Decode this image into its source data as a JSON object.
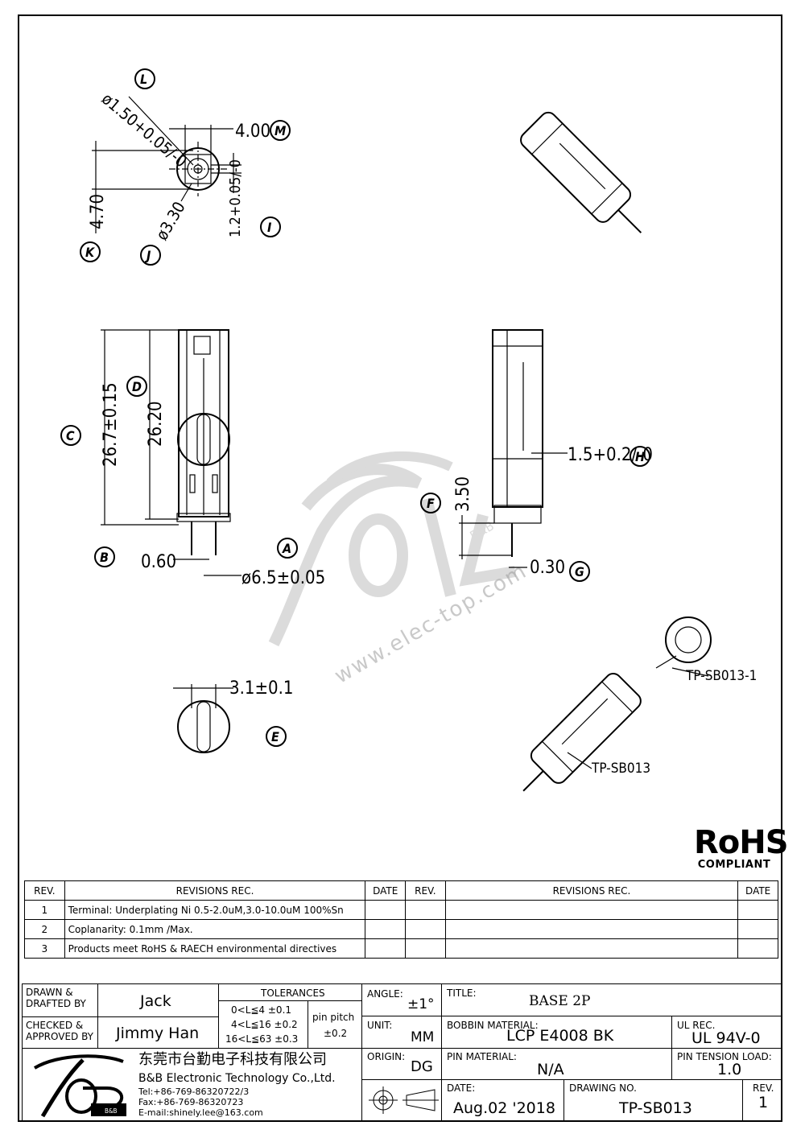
{
  "callouts": {
    "L": "L",
    "M": "M",
    "K": "K",
    "J": "J",
    "I": "I",
    "D": "D",
    "C": "C",
    "B": "B",
    "A": "A",
    "F": "F",
    "H": "H",
    "G": "G",
    "E": "E"
  },
  "dimensions": {
    "l": "ø1.50+0.05/-0",
    "m": "4.00",
    "k": "4.70",
    "j": "ø3.30",
    "i": "1.2+0.05/-0",
    "d": "26.20",
    "c": "26.7±0.15",
    "b": "0.60",
    "a": "ø6.5±0.05",
    "f": "3.50",
    "h": "1.5+0.2/-0",
    "g": "0.30",
    "e": "3.1±0.1"
  },
  "part_labels": {
    "cap": "TP-SB013-1",
    "base": "TP-SB013"
  },
  "watermark": {
    "brand": "B&B",
    "url": "www.elec-top.com"
  },
  "rohs": {
    "title": "RoHS",
    "subtitle": "COMPLIANT"
  },
  "revisions": {
    "headers": {
      "rev": "REV.",
      "rec": "REVISIONS   REC.",
      "date": "DATE"
    },
    "rows": [
      {
        "rev": "1",
        "text": "Terminal: Underplating Ni 0.5-2.0uM,3.0-10.0uM 100%Sn",
        "date": ""
      },
      {
        "rev": "2",
        "text": "Coplanarity: 0.1mm  /Max.",
        "date": ""
      },
      {
        "rev": "3",
        "text": "Products meet RoHS & RAECH environmental directives",
        "date": ""
      }
    ]
  },
  "title_block": {
    "drawn_label": "DRAWN &\nDRAFTED BY",
    "drawn_value": "Jack",
    "checked_label": "CHECKED &\nAPPROVED BY",
    "checked_value": "Jimmy Han",
    "tolerances_label": "TOLERANCES",
    "tol_rows": [
      "0<L≦4    ±0.1",
      "4<L≦16  ±0.2",
      "16<L≦63  ±0.3"
    ],
    "pin_pitch_label": "pin pitch",
    "pin_pitch_value": "±0.2",
    "angle_label": "ANGLE:",
    "angle_value": "±1°",
    "unit_label": "UNIT:",
    "unit_value": "MM",
    "origin_label": "ORIGIN:",
    "origin_value": "DG",
    "title_label": "TITLE:",
    "title_value": "BASE   2P",
    "bobbin_label": "BOBBIN MATERIAL:",
    "bobbin_value": "LCP  E4008  BK",
    "ul_label": "UL REC.",
    "ul_value": "UL 94V-0",
    "pin_material_label": "PIN MATERIAL:",
    "pin_material_value": "N/A",
    "pin_tension_label": "PIN TENSION LOAD:",
    "pin_tension_value": "1.0",
    "date_label": "DATE:",
    "date_value": "Aug.02  '2018",
    "drawing_no_label": "DRAWING NO.",
    "drawing_no_value": "TP-SB013",
    "rev_label": "REV.",
    "rev_value": "1",
    "company_cn": "东莞市台勤电子科技有限公司",
    "company_en": "B&B Electronic Technology Co.,Ltd.",
    "tel": "Tel:+86-769-86320722/3",
    "fax": "Fax:+86-769-86320723",
    "email": "E-mail:shinely.lee@163.com",
    "logo_sub": "B&B"
  }
}
